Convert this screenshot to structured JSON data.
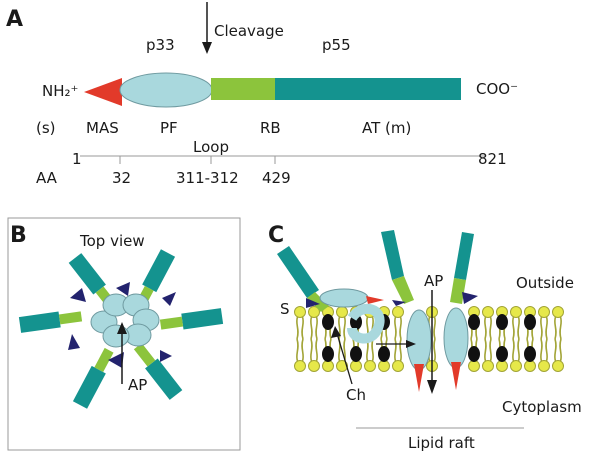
{
  "panel_a": {
    "letter": "A",
    "cleavage_label": "Cleavage",
    "p33_label": "p33",
    "p55_label": "p55",
    "nh2_label": "NH₂⁺",
    "coo_label": "COO⁻",
    "domains": {
      "s": "(s)",
      "mas": "MAS",
      "pf": "PF",
      "loop": "Loop",
      "rb": "RB",
      "at": "AT (m)"
    },
    "aa_label": "AA",
    "positions": {
      "start": "1",
      "p32": "32",
      "p311": "311-312",
      "p429": "429",
      "end": "821"
    }
  },
  "panel_b": {
    "letter": "B",
    "title": "Top view",
    "ap_label": "AP"
  },
  "panel_c": {
    "letter": "C",
    "s_label": "S",
    "ap_label": "AP",
    "outside_label": "Outside",
    "ch_label": "Ch",
    "cytoplasm_label": "Cytoplasm",
    "lipid_raft_label": "Lipid raft"
  },
  "colors": {
    "teal": "#14938f",
    "green": "#8cc43c",
    "light_blue": "#a9d8dd",
    "red": "#e23a2a",
    "navy": "#23236e",
    "lipid_yellow": "#e6e84a",
    "lipid_olive": "#a2a436"
  }
}
